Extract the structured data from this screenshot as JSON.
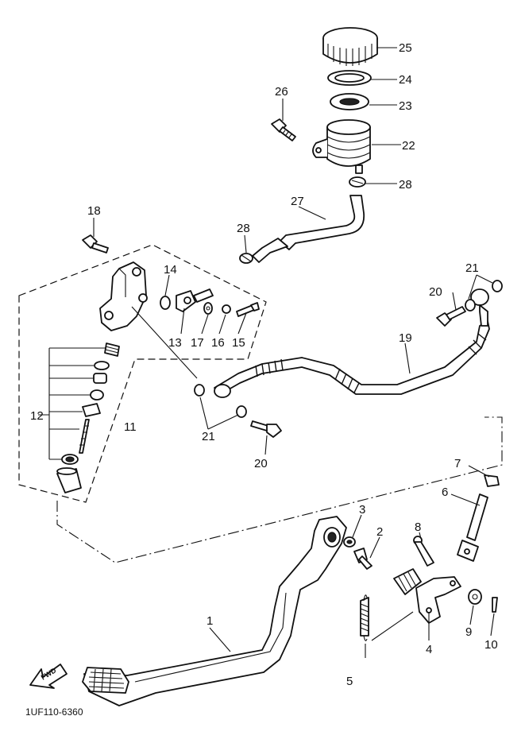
{
  "diagram": {
    "code": "1UF110-6360",
    "forward_label": "FWD",
    "callouts": {
      "c1": "1",
      "c2": "2",
      "c3": "3",
      "c4": "4",
      "c5": "5",
      "c6": "6",
      "c7": "7",
      "c8": "8",
      "c9": "9",
      "c10": "10",
      "c11": "11",
      "c12": "12",
      "c13": "13",
      "c14": "14",
      "c15": "15",
      "c16": "16",
      "c17": "17",
      "c18": "18",
      "c19": "19",
      "c20a": "20",
      "c20b": "20",
      "c21a": "21",
      "c21b": "21",
      "c22": "22",
      "c23": "23",
      "c24": "24",
      "c25": "25",
      "c26": "26",
      "c27": "27",
      "c28a": "28",
      "c28b": "28"
    }
  }
}
